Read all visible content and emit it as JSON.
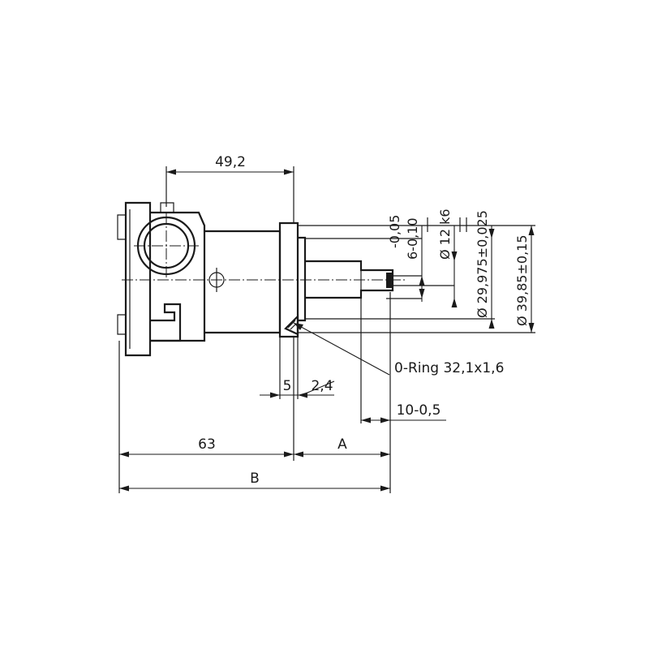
{
  "dimensions": {
    "d49_2": "49,2",
    "d63": "63",
    "dA": "A",
    "dB": "B",
    "d5": "5",
    "d2_4": "2,4",
    "d10": "10-0,5",
    "tol_upper": "-0,05",
    "tol_lower": "6-0,10",
    "shaft_dia": "Ø 12 k6",
    "spigot_dia": "Ø 29,975±0,025",
    "flange_dia": "Ø 39,85±0,15"
  },
  "callouts": {
    "oring": "0-Ring 32,1x1,6"
  }
}
